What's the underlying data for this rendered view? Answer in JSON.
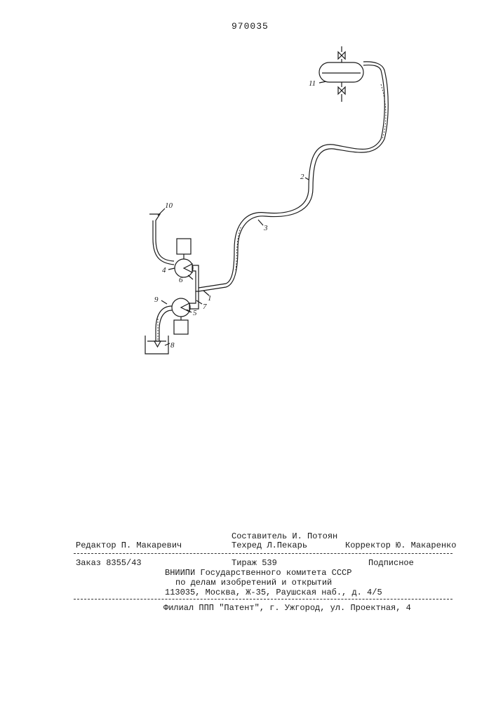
{
  "header": {
    "patent_number": "970035"
  },
  "figure": {
    "labels": {
      "l1": "1",
      "l2": "2",
      "l3": "3",
      "l4": "4",
      "l5": "5",
      "l6": "6",
      "l7": "7",
      "l8": "8",
      "l9": "9",
      "l10": "10",
      "l11": "11"
    }
  },
  "footer": {
    "compiler": "Составитель И. Потоян",
    "editor": "Редактор П. Макаревич",
    "techred": "Техред Л.Пекарь",
    "corrector": "Корректор Ю. Макаренко",
    "order": "Заказ 8355/43",
    "circulation": "Тираж 539",
    "subscription": "Подписное",
    "org_line1": "ВНИИПИ Государственного комитета СССР",
    "org_line2": "по делам изобретений и открытий",
    "org_line3": "113035, Москва, Ж-35, Раушская наб., д. 4/5",
    "branch": "Филиал ППП \"Патент\", г. Ужгород, ул. Проектная, 4"
  }
}
